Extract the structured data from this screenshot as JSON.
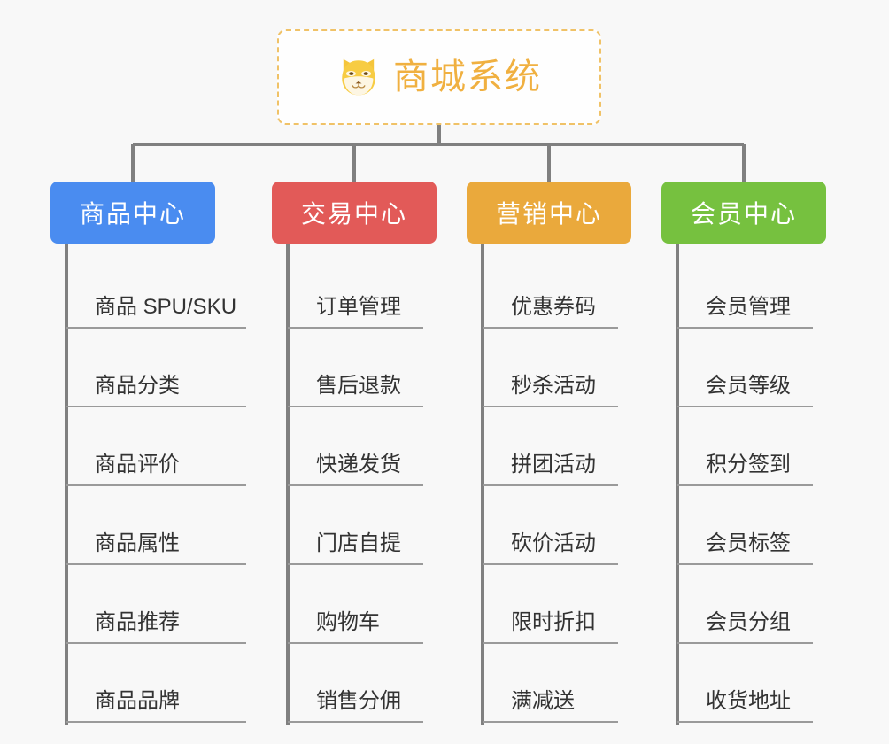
{
  "background_color": "#f8f8f8",
  "root": {
    "title": "商城系统",
    "icon": "shiba-dog-face-icon",
    "text_color": "#f0b040",
    "border_color": "#f0c267",
    "background_color": "#fefefe"
  },
  "connector_color": "#808080",
  "categories": [
    {
      "label": "商品中心",
      "color": "#4a8cf0",
      "items": [
        "商品 SPU/SKU",
        "商品分类",
        "商品评价",
        "商品属性",
        "商品推荐",
        "商品品牌"
      ]
    },
    {
      "label": "交易中心",
      "color": "#e25a58",
      "items": [
        "订单管理",
        "售后退款",
        "快递发货",
        "门店自提",
        "购物车",
        "销售分佣"
      ]
    },
    {
      "label": "营销中心",
      "color": "#eaa93c",
      "items": [
        "优惠券码",
        "秒杀活动",
        "拼团活动",
        "砍价活动",
        "限时折扣",
        "满减送"
      ]
    },
    {
      "label": "会员中心",
      "color": "#76c13f",
      "items": [
        "会员管理",
        "会员等级",
        "积分签到",
        "会员标签",
        "会员分组",
        "收货地址"
      ]
    }
  ]
}
